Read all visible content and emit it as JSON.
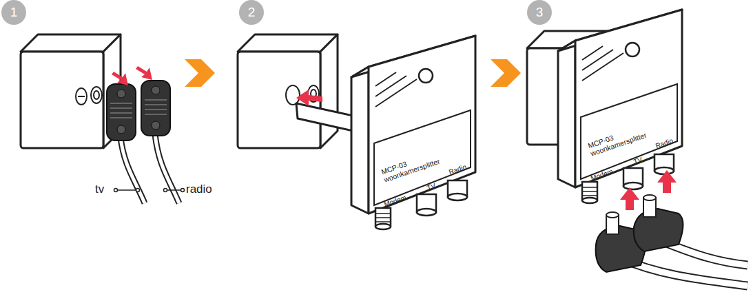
{
  "diagram": {
    "nodes": [
      {
        "text": [
          "1"
        ]
      },
      {
        "text": [
          "2"
        ]
      },
      {
        "text": [
          "3"
        ]
      }
    ],
    "labels": [
      "tv",
      "radio",
      "MCP-03 woonkamersplitter",
      "Modem",
      "TV",
      "Radio",
      "MCP-03 woonkamersplitter",
      "Modem",
      "TV",
      "Radio"
    ]
  }
}
